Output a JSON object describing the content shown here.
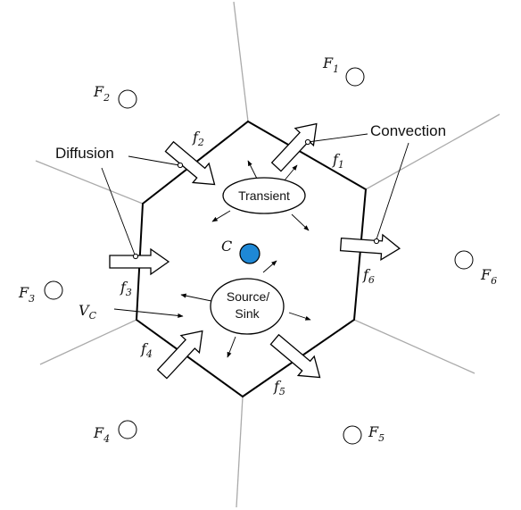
{
  "labels": {
    "diffusion": "Diffusion",
    "convection": "Convection",
    "transient": "Transient",
    "source_line1": "Source/",
    "source_line2": "Sink",
    "center_cell": "C",
    "volume_main": "V",
    "volume_sub": "C"
  },
  "faces": [
    {
      "main": "f",
      "sub": "1"
    },
    {
      "main": "f",
      "sub": "2"
    },
    {
      "main": "f",
      "sub": "3"
    },
    {
      "main": "f",
      "sub": "4"
    },
    {
      "main": "f",
      "sub": "5"
    },
    {
      "main": "f",
      "sub": "6"
    }
  ],
  "neighbors": [
    {
      "main": "F",
      "sub": "1"
    },
    {
      "main": "F",
      "sub": "2"
    },
    {
      "main": "F",
      "sub": "3"
    },
    {
      "main": "F",
      "sub": "4"
    },
    {
      "main": "F",
      "sub": "5"
    },
    {
      "main": "F",
      "sub": "6"
    }
  ],
  "colors": {
    "center_cell": "#1e88d6",
    "cell_outline": "#000000",
    "neighbor_lines": "#aaaaaa"
  }
}
